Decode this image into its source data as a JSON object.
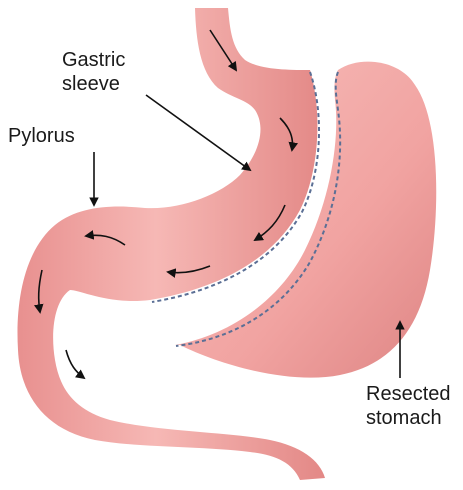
{
  "labels": {
    "gastric_sleeve": [
      "Gastric",
      "sleeve"
    ],
    "pylorus": "Pylorus",
    "resected_stomach": [
      "Resected",
      "stomach"
    ]
  },
  "colors": {
    "tissue_fill": "#f1a7a5",
    "tissue_shadow": "#d97c7b",
    "tissue_highlight": "#fbd3d1",
    "staple_line": "#5b6f95",
    "arrow": "#111111"
  }
}
